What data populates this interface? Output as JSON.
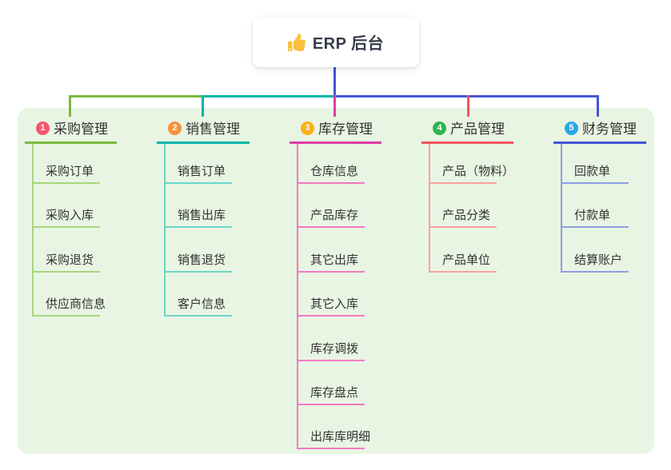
{
  "root": {
    "label": "ERP 后台",
    "icon": "thumbs-up-icon"
  },
  "branches": [
    {
      "num": "1",
      "title": "采购管理",
      "badge_color": "#f6566b",
      "line_color": "#7cb83d",
      "sub_line_color": "#a9d57d",
      "items": [
        "采购订单",
        "采购入库",
        "采购退货",
        "供应商信息"
      ]
    },
    {
      "num": "2",
      "title": "销售管理",
      "badge_color": "#f7903e",
      "line_color": "#00b5a8",
      "sub_line_color": "#6cd6c6",
      "items": [
        "销售订单",
        "销售出库",
        "销售退货",
        "客户信息"
      ]
    },
    {
      "num": "3",
      "title": "库存管理",
      "badge_color": "#fcb017",
      "line_color": "#e03ca6",
      "sub_line_color": "#f279c2",
      "items": [
        "仓库信息",
        "产品库存",
        "其它出库",
        "其它入库",
        "库存调拨",
        "库存盘点",
        "出库库明细"
      ]
    },
    {
      "num": "4",
      "title": "产品管理",
      "badge_color": "#2db54d",
      "line_color": "#f7535c",
      "sub_line_color": "#f9a29d",
      "items": [
        "产品（物料）",
        "产品分类",
        "产品单位"
      ]
    },
    {
      "num": "5",
      "title": "财务管理",
      "badge_color": "#2aa7ea",
      "line_color": "#4456d4",
      "sub_line_color": "#8e9ee4",
      "items": [
        "回款单",
        "付款单",
        "结算账户"
      ]
    }
  ],
  "colors": {
    "panel_bg": "#e9f5e3",
    "root_line": "#4456d4",
    "text": "#333333",
    "thumb": "#f9c23c"
  }
}
